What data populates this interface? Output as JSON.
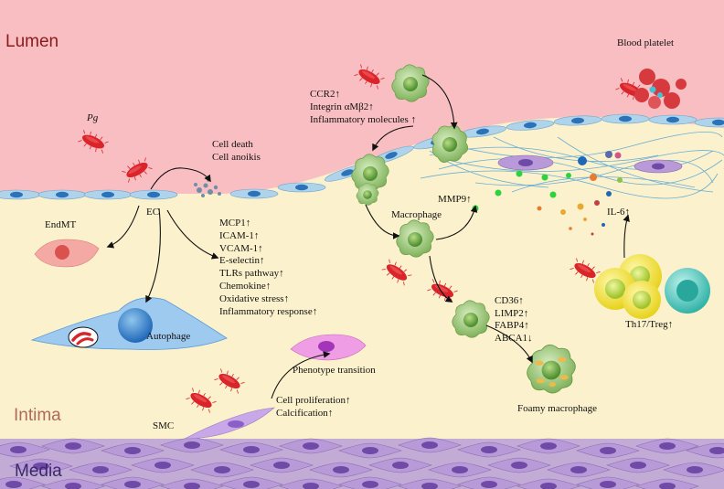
{
  "regions": {
    "lumen": "Lumen",
    "intima": "Intima",
    "media": "Media"
  },
  "labels": {
    "pathogen": "Pg",
    "blood_platelet": "Blood platelet",
    "cell_death": [
      "Cell death",
      "Cell anoikis"
    ],
    "ec": "EC",
    "endmt": "EndMT",
    "autophage": "Autophage",
    "smc": "SMC",
    "phenotype_transition": "Phenotype transition",
    "smc_effects": [
      "Cell proliferation↑",
      "Calcification↑"
    ],
    "macrophage": "Macrophage",
    "mmp9": "MMP9↑",
    "il6": "IL-6↑",
    "th17_treg": "Th17/Treg↑",
    "foamy_macrophage": "Foamy macrophage"
  },
  "monocyte_markers": [
    "CCR2↑",
    "Integrin αMβ2↑",
    "Inflammatory molecules ↑"
  ],
  "ec_markers": [
    "MCP1↑",
    "ICAM-1↑",
    "VCAM-1↑",
    "E-selectin↑",
    "TLRs pathway↑",
    "Chemokine↑",
    "Oxidative stress↑",
    "Inflammatory response↑"
  ],
  "foam_markers": [
    "CD36↑",
    "LIMP2↑",
    "FABP4↑",
    "ABCA1↓"
  ],
  "colors": {
    "lumen": "#f8bec2",
    "intima": "#fbf1cc",
    "media": "#c2acd6",
    "endothelium": "#aed3ea",
    "bacteria": "#d9242a",
    "macrophage": "#9cc77a",
    "smc": "#b99ad8",
    "t_cell": "#f0e33e",
    "treg": "#53c8be",
    "region_lumen": "#8b1a1a",
    "region_intima": "#b06a5a",
    "region_media": "#3b2a6a"
  }
}
